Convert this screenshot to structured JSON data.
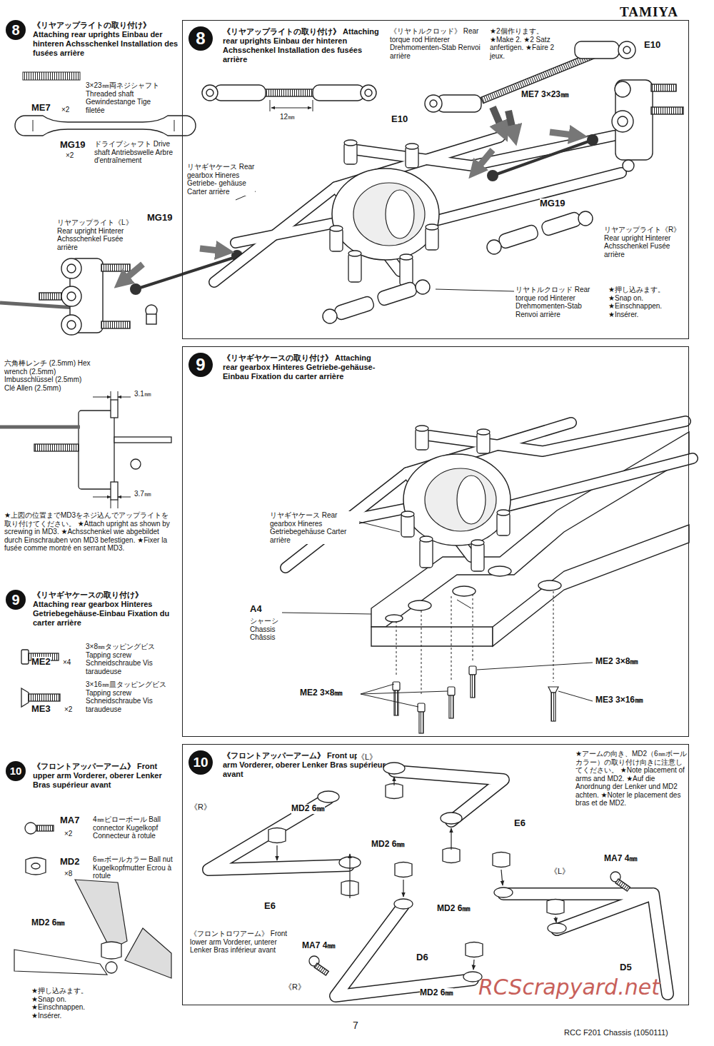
{
  "diagram": {
    "nodes": [
      {
        "text": [
          "8",
          "《リヤアップライトの取り付け》 Attaching rear uprights Einbau der hinteren Achsschenkel Installation des fusées arrière"
        ]
      },
      {
        "text": [
          "8",
          "《リヤアップライトの取り付け》 Attaching rear uprights Einbau der hinteren Achsschenkel Installation des fusées arrière"
        ]
      },
      {
        "text": [
          "9",
          "《リヤギヤケースの取り付け》 Attaching rear gearbox Hinteres Getriebegehäuse-Einbau Fixation du carter arrière"
        ]
      },
      {
        "text": [
          "9",
          "《リヤギヤケースの取り付け》 Attaching rear gearbox Hinteres Getriebe-gehäuse-Einbau Fixation du carter arrière"
        ]
      },
      {
        "text": [
          "10",
          "《フロントアッパーアーム》 Front upper arm Vorderer, oberer Lenker Bras supérieur avant"
        ]
      },
      {
        "text": [
          "10",
          "《フロントアッパーアーム》 Front upper arm Vorderer, oberer Lenker Bras supérieur avant"
        ]
      }
    ],
    "labels": [
      "TAMIYA",
      "3×23㎜両ネジシャフト Threaded shaft Gewindestange Tige filetée",
      "ME7",
      "×2",
      "MG19",
      "×2",
      "ドライブシャフト Drive shaft Antriebswelle Arbre d'entraînement",
      "リヤアップライト《L》 Rear upright Hinterer Achsschenkel Fusée arrière",
      "MG19",
      "六角棒レンチ (2.5mm) Hex wrench (2.5mm) Imbusschlüssel (2.5mm) Clé Allen (2.5mm)",
      "3.1㎜",
      "3.7㎜",
      "★上図の位置までMD3をネジ込んでアップライトを取り付けてください。 ★Attach upright as shown by screwing in MD3. ★Achsschenkel wie abgebildet durch Einschrauben von MD3 befestigen. ★Fixer la fusée comme montré en serrant MD3.",
      "3×8㎜タッピングビス Tapping screw Schneidschraube Vis taraudeuse",
      "ME2",
      "×4",
      "3×16㎜皿タッピングビス Tapping screw Schneidschraube Vis taraudeuse",
      "ME3",
      "×2",
      "MA7",
      "×2",
      "4㎜ピローボール Ball connector Kugelkopf Connecteur à rotule",
      "MD2",
      "×8",
      "6㎜ボールカラー Ball nut Kugelkopfmutter Ecrou à rotule",
      "MD2 6㎜",
      "★押し込みます。 ★Snap on. ★Einschnappen. ★Insérer.",
      "《リヤトルクロッド》 Rear torque rod Hinterer Drehmomenten-Stab Renvoi arrière",
      "★2個作ります。 ★Make 2. ★2 Satz anfertigen. ★Faire 2 jeux.",
      "E10",
      "E10",
      "ME7 3×23㎜",
      "12㎜",
      "リヤギヤケース Rear gearbox Hineres Getriebe- gehäuse Carter arrière",
      "MG19",
      "リヤアップライト《R》 Rear upright Hinterer Achsschenkel Fusée arrière",
      "リヤトルクロッド Rear torque rod Hinterer Drehmomenten-Stab Renvoi arrière",
      "★押し込みます。 ★Snap on. ★Einschnappen. ★Insérer.",
      "リヤギヤケース Rear gearbox Hineres Getriebegehäuse Carter arrière",
      "A4",
      "シャーシ Chassis Châssis",
      "ME2 3×8㎜",
      "ME2 3×8㎜",
      "ME3 3×16㎜",
      "《L》",
      "★アームの向き、MD2（6㎜ボールカラー）の取り付け向きに注意してください。 ★Note placement of arms and MD2. ★Auf die Anordnung der Lenker und MD2 achten. ★Noter le placement des bras et de MD2.",
      "《R》",
      "MD2 6㎜",
      "E6",
      "MD2 6㎜",
      "MA7 4㎜",
      "《L》",
      "E6",
      "MD2 6㎜",
      "《フロントロワアーム》 Front lower arm Vorderer, unterer Lenker Bras inférieur avant",
      "MA7 4㎜",
      "D6",
      "D5",
      "《R》",
      "MD2 6㎜",
      "7",
      "RCC F201 Chassis (1050111)",
      "RCScrapyard.net"
    ]
  }
}
